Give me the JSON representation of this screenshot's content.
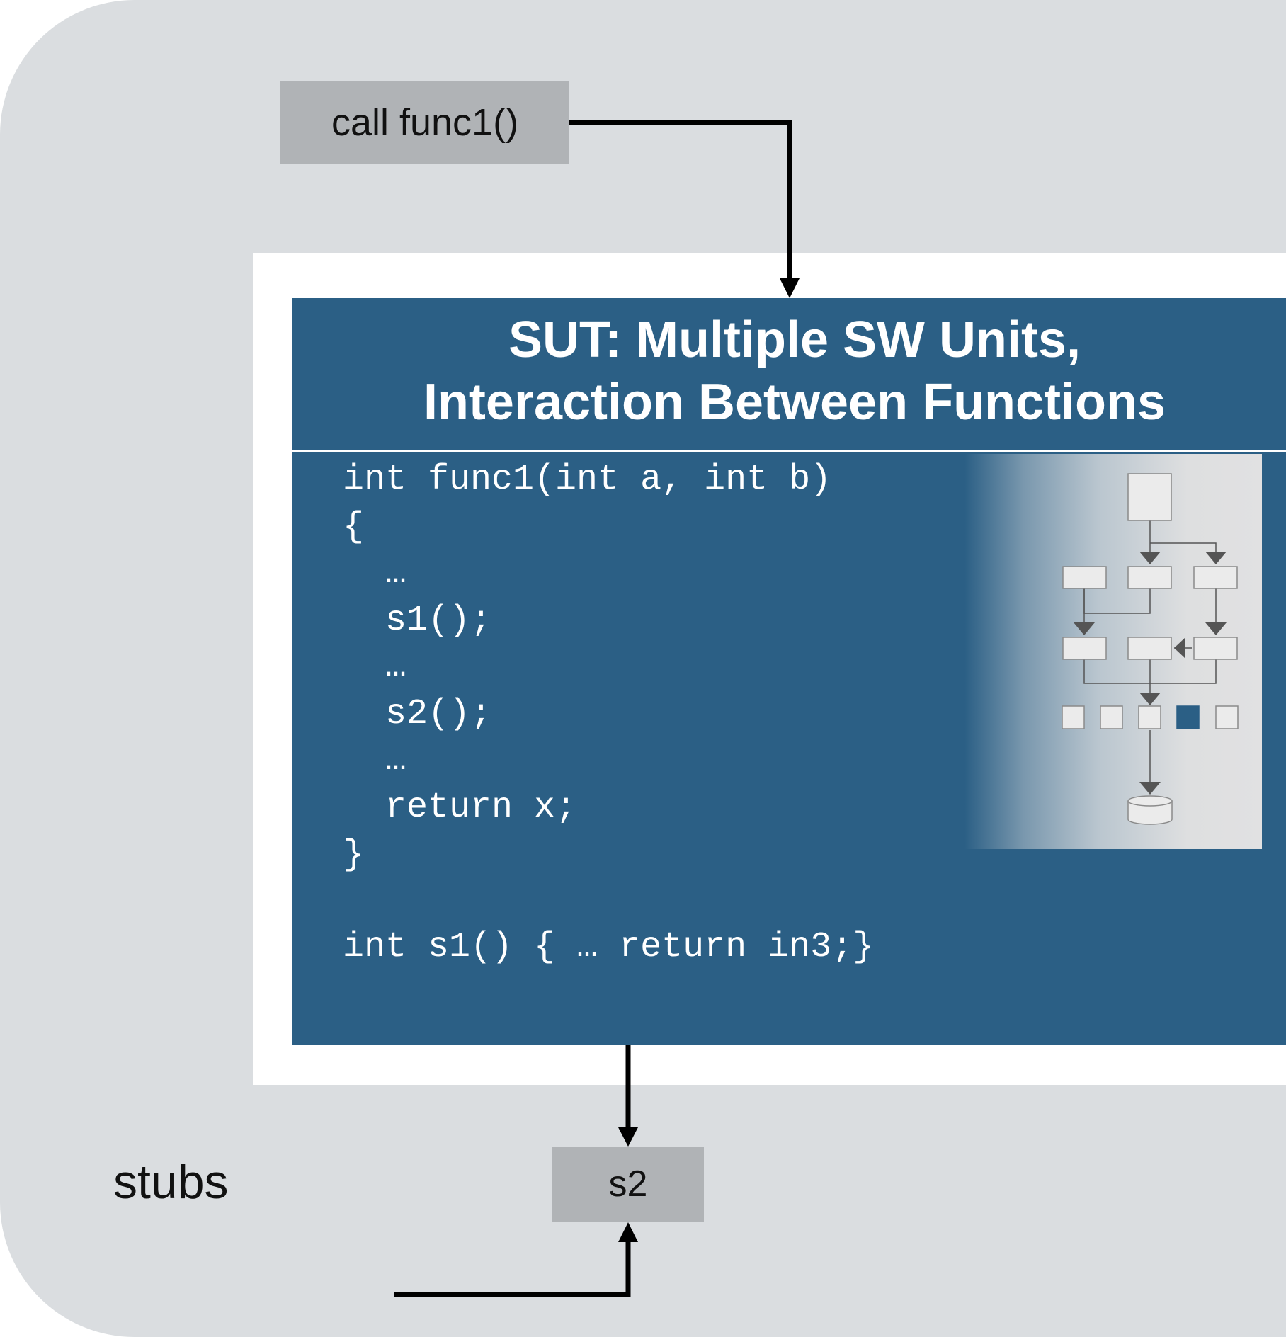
{
  "call_box": {
    "label": "call func1()"
  },
  "sut": {
    "title_line1": "SUT: Multiple SW Units,",
    "title_line2": "Interaction Between Functions"
  },
  "code_lines": [
    "int func1(int a, int b)",
    "{",
    "  …",
    "  s1();",
    "  …",
    "  s2();",
    "  …",
    "  return x;",
    "}",
    "int s1() { … return in3;}"
  ],
  "stubs": {
    "label": "stubs",
    "stub_name": "s2"
  },
  "colors": {
    "background_panel": "#dadde0",
    "sut_blue": "#2b5f85",
    "stub_gray": "#b0b3b6",
    "arrow": "#000000"
  },
  "icons": [
    "flowchart-illustration-icon",
    "database-icon"
  ]
}
